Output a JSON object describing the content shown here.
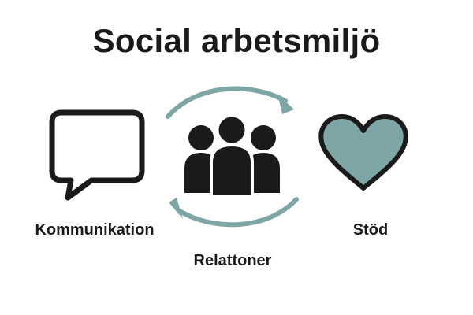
{
  "title": "Social arbetsmiljö",
  "items": [
    {
      "key": "kommunikation",
      "label": "Kommunikation",
      "icon": "speech-bubble-icon"
    },
    {
      "key": "relationer",
      "label": "Relattoner",
      "icon": "people-group-icon"
    },
    {
      "key": "stod",
      "label": "Stöd",
      "icon": "heart-icon"
    }
  ],
  "cycle_icon": "cycle-arrows-icon",
  "colors": {
    "text": "#1a1a1a",
    "accent": "#7ea6a6",
    "icon_dark": "#1a1a1a"
  }
}
